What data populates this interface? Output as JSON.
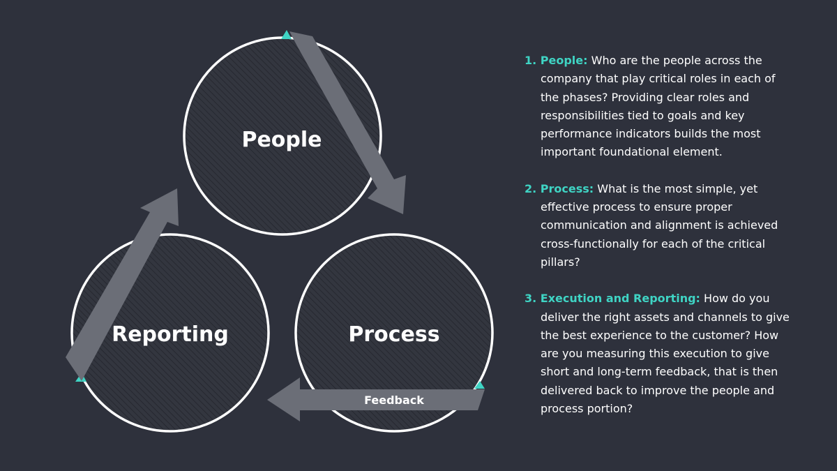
{
  "diagram": {
    "circles": {
      "people": "People",
      "process": "Process",
      "reporting": "Reporting"
    },
    "feedback_label": "Feedback"
  },
  "description": {
    "items": [
      {
        "heading": "1. People:",
        "body": "Who are the people across the company that play critical roles in each of the phases? Providing clear roles and responsibilities tied to goals and key performance indicators builds the most important foundational element."
      },
      {
        "heading": "2. Process:",
        "body": "What is the most simple, yet effective process to ensure proper communication and alignment is achieved cross-functionally for each of the critical pillars?"
      },
      {
        "heading": "3. Execution and Reporting:",
        "body": "How do you deliver the right assets and channels to give the best experience to the customer? How are you measuring this execution to give short and long-term feedback, that is then delivered back to improve the people and process portion?"
      }
    ]
  },
  "colors": {
    "background": "#2e313c",
    "circle_outline": "#ffffff",
    "arrow": "#6b6e77",
    "accent": "#3fd4c4"
  }
}
